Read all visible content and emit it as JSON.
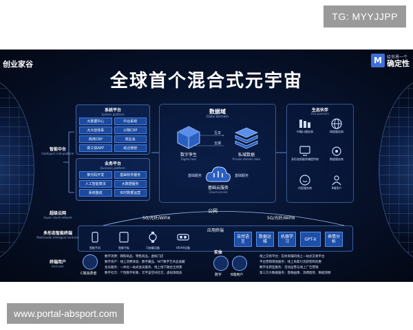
{
  "watermark_top": "TG: MYYJJPP",
  "watermark_bottom": "www.portal-absport.com",
  "brand_left": {
    "name": "创业家谷"
  },
  "brand_right": {
    "line1": "给世界一个",
    "line2": "确定性",
    "mark": "M"
  },
  "title": "全球首个混合式元宇宙",
  "left_labels": {
    "mid_platform": {
      "zh": "智能中台",
      "en": "Intelligent mid-platform"
    },
    "cloud_net": {
      "zh": "超级云网",
      "en": "Super cloud network"
    },
    "terminal": {
      "zh": "多形态智能终端",
      "en": "Multimodal intelligent terminal"
    },
    "end_user": {
      "zh": "终端用户",
      "en": "End user"
    }
  },
  "system_platform": {
    "title": "系统平台",
    "subtitle": "System platform",
    "cells": [
      "大数据中心",
      "中台系统",
      "大众创体系",
      "公物CDP",
      "商用CRP",
      "商业会",
      "新工体APP",
      "综合物管"
    ]
  },
  "business_platform": {
    "title": "业务平台",
    "subtitle": "Business platform",
    "cells": [
      "菜代码开发",
      "基础软件服务",
      "人工智能算法",
      "大数据服务",
      "系统整成",
      "实时数据运营"
    ]
  },
  "data_domain": {
    "title": "数据域",
    "subtitle": "Data domain",
    "digital_twin": {
      "zh": "数字孪生",
      "en": "Digital twin"
    },
    "private_data": {
      "zh": "私域数据",
      "en": "Private domain data"
    },
    "cloud_service": {
      "zh": "基础云服务",
      "en": "Cloud service"
    },
    "link_top": "互享",
    "link_bottom": "支撑",
    "side_left": "基础服务",
    "side_right": "基础服务"
  },
  "ecosystem": {
    "title": "生态伙伴",
    "subtitle": "Eco-partners",
    "items": [
      "AI端口服务商",
      "网络服务商",
      "多形态智能终端提供商",
      "数据服务商",
      "内容服务商",
      "B端用户"
    ]
  },
  "network": {
    "public": "公网",
    "left": "5G/光纤/WiFi6",
    "right": "5G/光纤/WiFi6"
  },
  "terminal": {
    "title": "应用终端",
    "devices": [
      "智能手机",
      "智能平板",
      "可穿戴设备",
      "VR/AR设备"
    ],
    "tech": [
      "自然语言",
      "数据运维",
      "机器学习",
      "GPT-X",
      "表情分析"
    ]
  },
  "end_user": {
    "c_label": "C端消费者",
    "b_label": "B端用户",
    "digital_label": "数字",
    "entity_heading": "实体",
    "left_lines": [
      "数字消费：网购商品、零售商品，虚拟门店",
      "数字资产：线上消费体验、数字藏品、NFT数字艺术品收藏",
      "会员服务：一体化一站式会员服务、线上线下融合全场景",
      "数字社交：个性数字形象、元宇宙空间社交，虚拟演唱会"
    ],
    "right_lines": [
      "线上交易平台：实体商铺的线上一站式交易平台",
      "平台营销增值服务：线上商家引流获客和优惠",
      "数字化转型服务：活动运营与线上广告营销",
      "第三方大数据服务：客群画像、消费趋势、数据洞察"
    ]
  },
  "colors": {
    "bg": "#06112a",
    "panel": "#1b4a9e",
    "accent": "#4a7fd8",
    "title": "#ffffff"
  }
}
